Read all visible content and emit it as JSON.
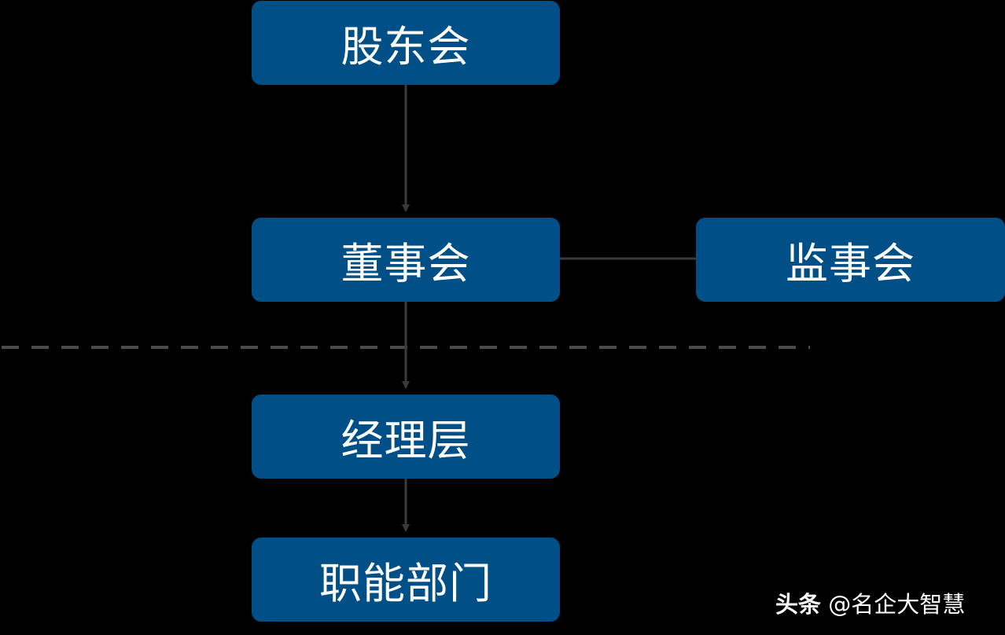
{
  "diagram": {
    "nodes": [
      {
        "id": "shareholders",
        "label": "股东会"
      },
      {
        "id": "board",
        "label": "董事会"
      },
      {
        "id": "supervisors",
        "label": "监事会"
      },
      {
        "id": "management",
        "label": "经理层"
      },
      {
        "id": "departments",
        "label": "职能部门"
      }
    ],
    "edges": [
      {
        "from": "shareholders",
        "to": "board",
        "arrow": true
      },
      {
        "from": "board",
        "to": "supervisors",
        "arrow": false
      },
      {
        "from": "board",
        "to": "management",
        "arrow": true
      },
      {
        "from": "management",
        "to": "departments",
        "arrow": true
      }
    ],
    "colors": {
      "node_fill": "#004f86",
      "node_text": "#ffffff",
      "connector": "#3a3a3a",
      "divider": "#4a4a4a",
      "background": "#000000"
    }
  },
  "watermark": {
    "brand": "头条",
    "handle": "@名企大智慧"
  }
}
